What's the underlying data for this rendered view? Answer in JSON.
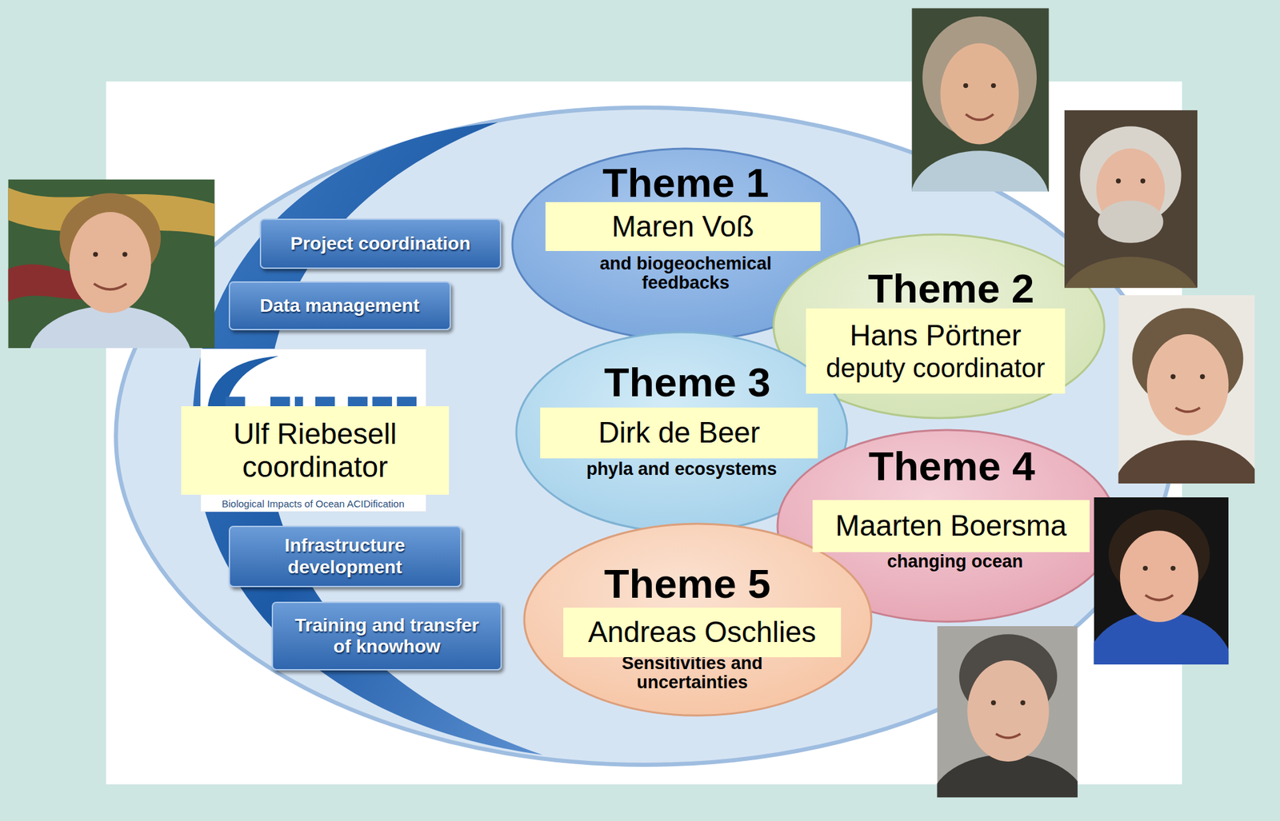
{
  "diagram": {
    "nodes": [
      {
        "text": [
          "Project coordination"
        ]
      },
      {
        "text": [
          "Data management"
        ]
      },
      {
        "text": [
          "Biological Impacts of Ocean ACIDification"
        ]
      },
      {
        "text": [
          "Ulf Riebesell",
          "coordinator"
        ]
      },
      {
        "text": [
          "Infrastructure development"
        ]
      },
      {
        "text": [
          "Training and transfer of knowhow"
        ]
      },
      {
        "text": [
          "Theme 1",
          "and biogeochemical feedbacks"
        ]
      },
      {
        "text": [
          "Maren Voß"
        ],
        "in": 6
      },
      {
        "text": [
          "Theme 2"
        ]
      },
      {
        "text": [
          "Hans Pörtner",
          "deputy coordinator"
        ],
        "in": 8
      },
      {
        "text": [
          "Theme 3",
          "phyla and ecosystems"
        ]
      },
      {
        "text": [
          "Dirk de Beer"
        ],
        "in": 10
      },
      {
        "text": [
          "Theme 4",
          "changing ocean"
        ]
      },
      {
        "text": [
          "Maarten Boersma"
        ],
        "in": 12
      },
      {
        "text": [
          "Theme 5",
          "Sensitivities and uncertainties"
        ]
      },
      {
        "text": [
          "Andreas Oschlies"
        ],
        "in": 14
      }
    ]
  }
}
